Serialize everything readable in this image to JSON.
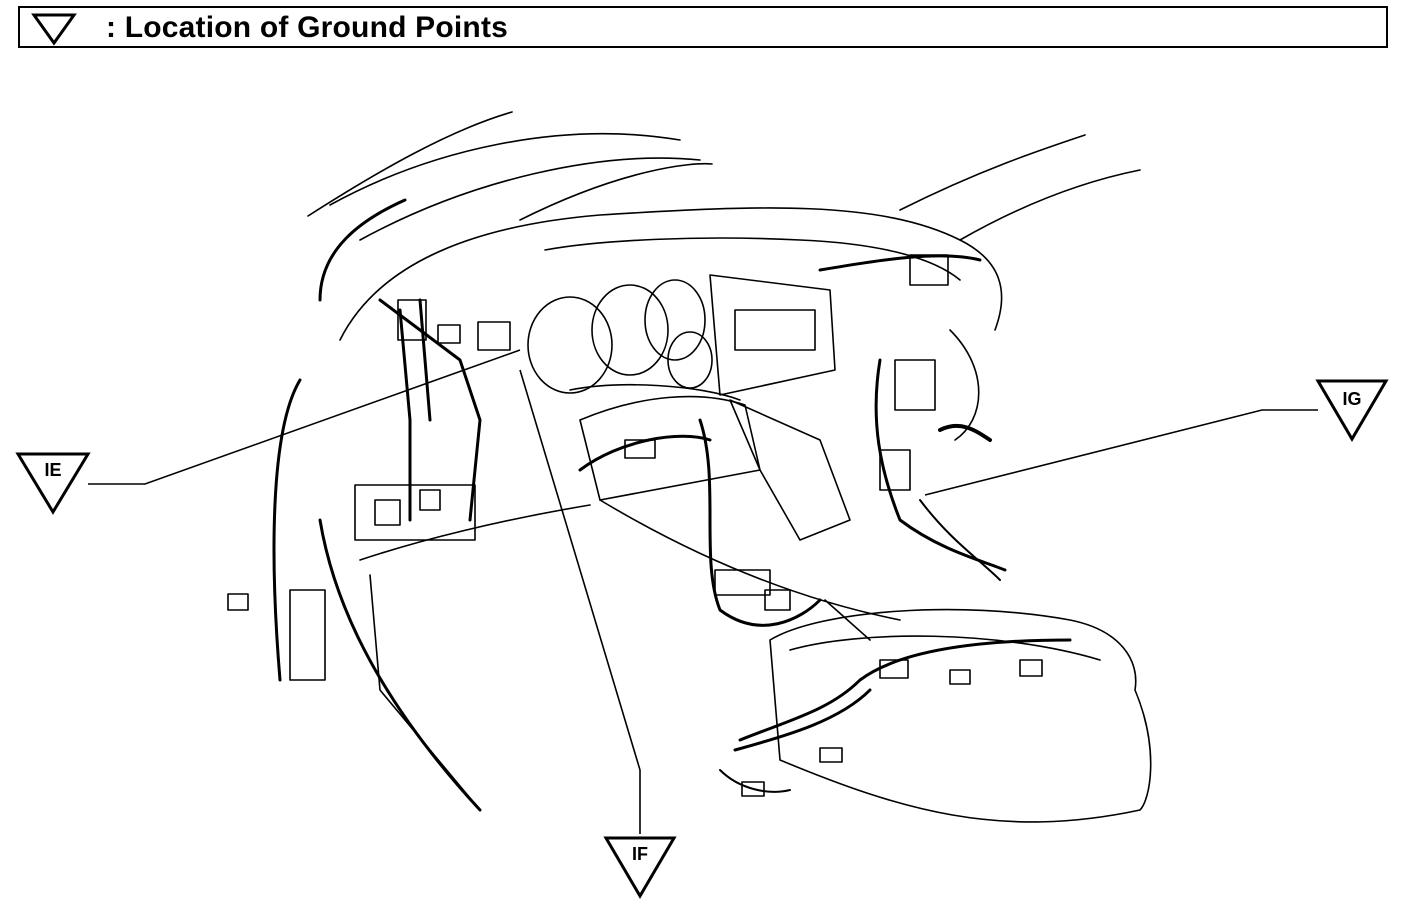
{
  "header": {
    "title": ": Location of Ground Points",
    "icon": "down-triangle-icon"
  },
  "ground_points": [
    {
      "id": "ie",
      "label": "IE"
    },
    {
      "id": "if",
      "label": "IF"
    },
    {
      "id": "ig",
      "label": "IG"
    }
  ]
}
